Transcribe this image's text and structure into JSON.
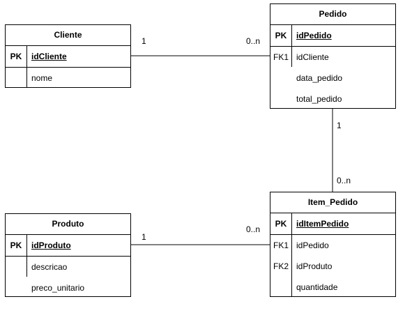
{
  "entities": {
    "cliente": {
      "title": "Cliente",
      "pk": {
        "key": "PK",
        "name": "idCliente"
      },
      "attrs": [
        {
          "key": "",
          "name": "nome"
        }
      ]
    },
    "pedido": {
      "title": "Pedido",
      "pk": {
        "key": "PK",
        "name": "idPedido"
      },
      "attrs": [
        {
          "key": "FK1",
          "name": "idCliente"
        },
        {
          "key": "",
          "name": "data_pedido"
        },
        {
          "key": "",
          "name": "total_pedido"
        }
      ]
    },
    "produto": {
      "title": "Produto",
      "pk": {
        "key": "PK",
        "name": "idProduto"
      },
      "attrs": [
        {
          "key": "",
          "name": "descricao"
        },
        {
          "key": "",
          "name": "preco_unitario"
        }
      ]
    },
    "item_pedido": {
      "title": "Item_Pedido",
      "pk": {
        "key": "PK",
        "name": "idItemPedido"
      },
      "attrs": [
        {
          "key": "FK1",
          "name": "idPedido"
        },
        {
          "key": "FK2",
          "name": "idProduto"
        },
        {
          "key": "",
          "name": "quantidade"
        }
      ]
    }
  },
  "relationships": [
    {
      "from": "cliente",
      "to": "pedido",
      "card_from": "1",
      "card_to": "0..n"
    },
    {
      "from": "pedido",
      "to": "item_pedido",
      "card_from": "1",
      "card_to": "0..n"
    },
    {
      "from": "produto",
      "to": "item_pedido",
      "card_from": "1",
      "card_to": "0..n"
    }
  ]
}
